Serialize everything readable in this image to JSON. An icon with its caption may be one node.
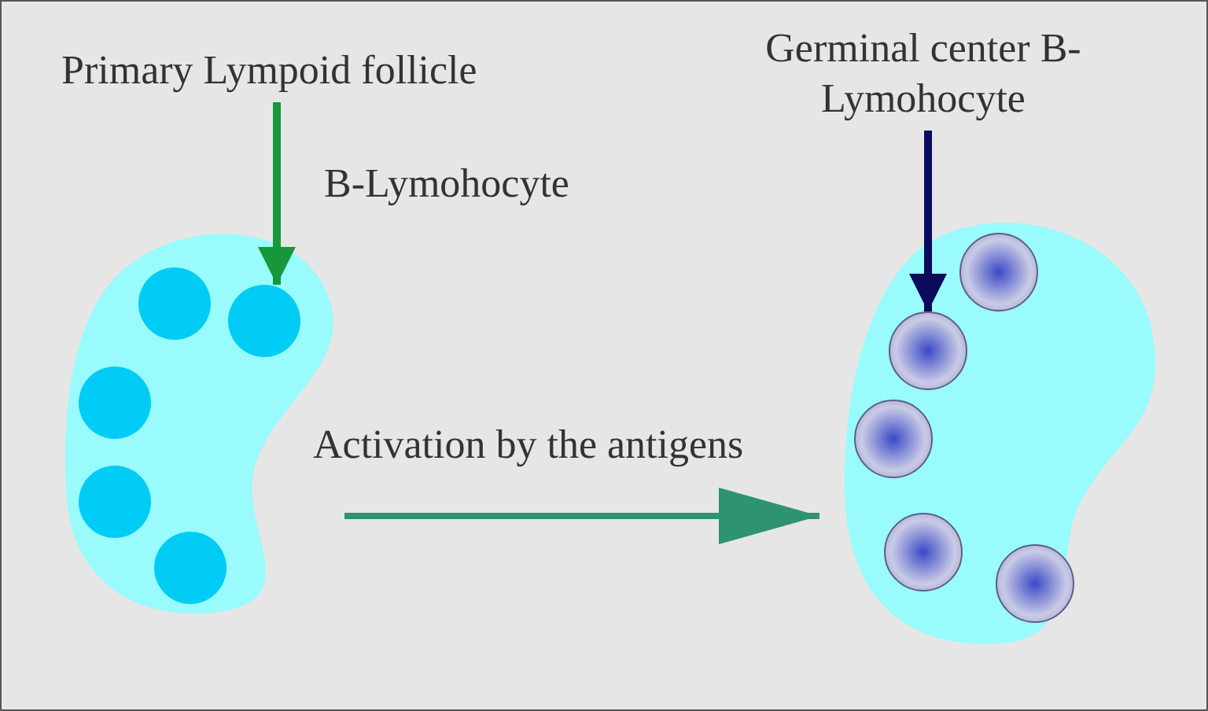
{
  "diagram": {
    "nodes": [
      {
        "text": [],
        "shape": "blob"
      },
      {
        "text": [],
        "shape": "circle",
        "in": 0
      },
      {
        "text": [],
        "shape": "circle",
        "in": 0
      },
      {
        "text": [],
        "shape": "circle",
        "in": 0
      },
      {
        "text": [],
        "shape": "circle",
        "in": 0
      },
      {
        "text": [],
        "shape": "circle",
        "in": 0
      },
      {
        "text": [
          "Primary Lympoid follicle"
        ]
      },
      {
        "text": [],
        "shape": "blob"
      },
      {
        "text": [],
        "shape": "circle",
        "in": 7
      },
      {
        "text": [],
        "shape": "circle",
        "in": 7
      },
      {
        "text": [],
        "shape": "circle",
        "in": 7
      },
      {
        "text": [],
        "shape": "circle",
        "in": 7
      },
      {
        "text": [],
        "shape": "circle",
        "in": 7
      },
      {
        "text": [
          "Germinal center B-Lymohocyte"
        ]
      }
    ],
    "edges": [
      {
        "from": 6,
        "to": 2,
        "arrow": "to",
        "color": "#17973a"
      },
      {
        "from": 13,
        "to": 9,
        "arrow": "to",
        "color": "#0b0b5e"
      },
      {
        "from": 0,
        "to": 7,
        "arrow": "to",
        "label": "Activation by the antigens",
        "color": "#2e9470"
      }
    ],
    "labels": [
      "B-Lymohocyte"
    ]
  }
}
